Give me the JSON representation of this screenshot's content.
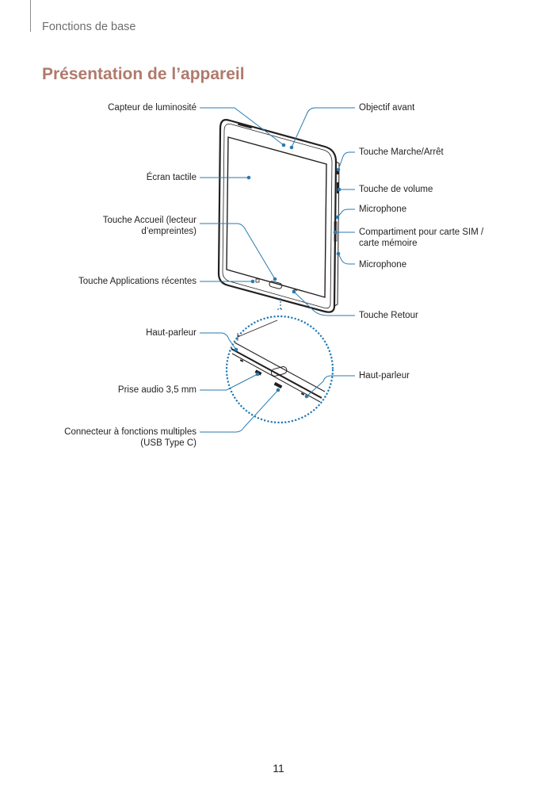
{
  "header": {
    "section": "Fonctions de base"
  },
  "page": {
    "title": "Présentation de l’appareil",
    "number": "11"
  },
  "labels": {
    "capteur": "Capteur de luminosité",
    "ecran": "Écran tactile",
    "accueil_l1": "Touche Accueil (lecteur",
    "accueil_l2": "d’empreintes)",
    "applications": "Touche Applications récentes",
    "hautparleur_left": "Haut-parleur",
    "prise": "Prise audio 3,5 mm",
    "connecteur_l1": "Connecteur à fonctions multiples",
    "connecteur_l2": "(USB Type C)",
    "objectif": "Objectif avant",
    "marche": "Touche Marche/Arrêt",
    "volume": "Touche de volume",
    "micro_top": "Microphone",
    "compart_l1": "Compartiment pour carte SIM /",
    "compart_l2": "carte mémoire",
    "micro_bottom": "Microphone",
    "retour": "Touche Retour",
    "hautparleur_right": "Haut-parleur"
  },
  "colors": {
    "accent": "#b07a6c",
    "callout": "#2a7ab0",
    "zoom_circle": "#1f77b4"
  }
}
